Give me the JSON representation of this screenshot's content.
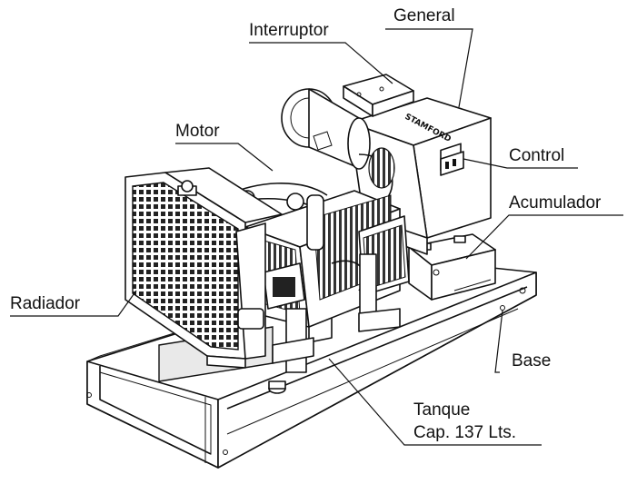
{
  "labels": {
    "general": "General",
    "interruptor": "Interruptor",
    "motor": "Motor",
    "control": "Control",
    "acumulador": "Acumulador",
    "radiador": "Radiador",
    "base": "Base",
    "tanque_line1": "Tanque",
    "tanque_line2": "Cap. 137 Lts."
  },
  "nameplate_text": "STAMFORD",
  "colors": {
    "ink": "#111111",
    "background": "#ffffff"
  }
}
